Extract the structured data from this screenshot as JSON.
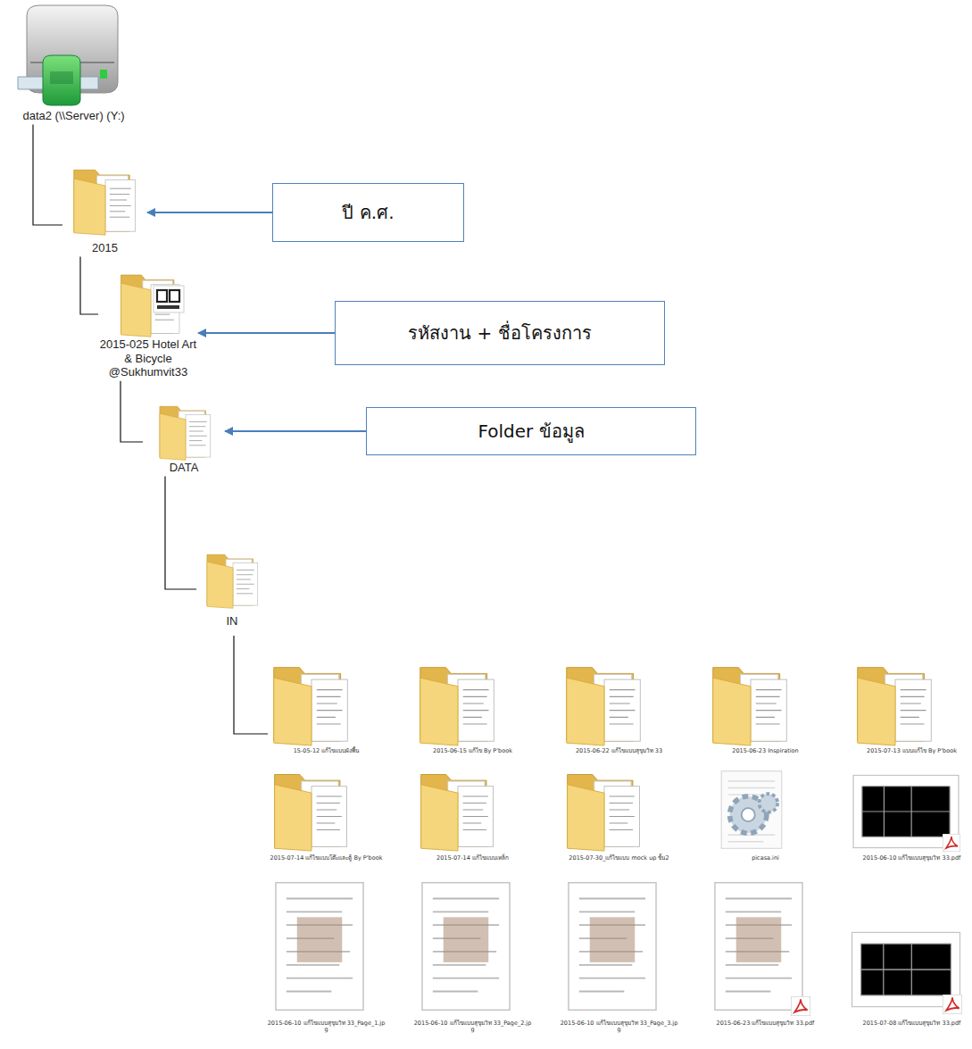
{
  "diagram": {
    "nodes": [
      {
        "text": [
          "data2 (\\\\Server) (Y:)"
        ]
      },
      {
        "text": [
          "2015"
        ]
      },
      {
        "text": [
          "ปี ค.ศ."
        ]
      },
      {
        "text": [
          "2015-025 Hotel Art & Bicycle @Sukhumvit33"
        ]
      },
      {
        "text": [
          "รหัสงาน + ชื่อโครงการ"
        ]
      },
      {
        "text": [
          "DATA"
        ]
      },
      {
        "text": [
          "Folder ข้อมูล"
        ]
      },
      {
        "text": [
          "IN"
        ]
      }
    ],
    "edges": [
      {
        "from": 0,
        "to": 1,
        "arrow": "none"
      },
      {
        "from": 1,
        "to": 3,
        "arrow": "none"
      },
      {
        "from": 3,
        "to": 5,
        "arrow": "none"
      },
      {
        "from": 5,
        "to": 7,
        "arrow": "none"
      },
      {
        "from": 2,
        "to": 1,
        "arrow": "to"
      },
      {
        "from": 4,
        "to": 3,
        "arrow": "to"
      },
      {
        "from": 6,
        "to": 5,
        "arrow": "to"
      }
    ],
    "labels": [
      "15-05-12 แก้ไขแบบผังพื้น",
      "2015-06-15 แก้ไข By P'book",
      "2015-06-22 แก้ไขแบบสุขุมวิท 33",
      "2015-06-23 Inspiration",
      "2015-07-13 แบบแก้ไข By P'book",
      "2015-07-14 แก้ไขแบบโต๊ะและตู้ By P'book",
      "2015-07-14 แก้ไขแบบเหล็ก",
      "2015-07-30_แก้ไขแบบ mock up ชั้น2",
      "picasa.ini",
      "2015-06-10 แก้ไขแบบสุขุมวิท 33.pdf",
      "2015-06-10 แก้ไขแบบสุขุมวิท 33_Page_1.jpg",
      "2015-06-10 แก้ไขแบบสุขุมวิท 33_Page_2.jpg",
      "2015-06-10 แก้ไขแบบสุขุมวิท 33_Page_3.jpg",
      "2015-06-23 แก้ไขแบบสุขุมวิท 33.pdf",
      "2015-07-08 แก้ไขแบบสุขุมวิท 33.pdf"
    ]
  }
}
